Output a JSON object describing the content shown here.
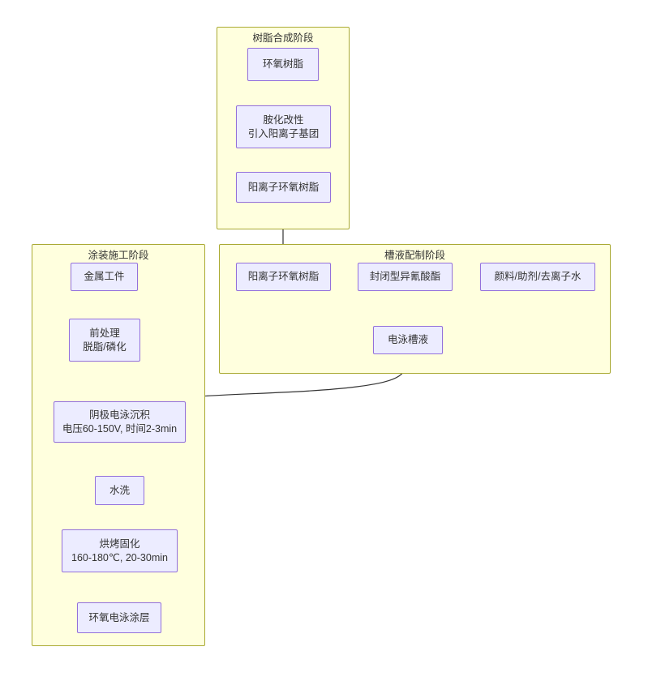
{
  "diagram": {
    "title_visible": false,
    "colors": {
      "cluster_fill": "#ffffde",
      "cluster_stroke": "#aaaa33",
      "node_fill": "#ececff",
      "node_stroke": "#9370db",
      "edge_stroke": "#333333",
      "text": "#333333",
      "background": "#ffffff"
    },
    "clusters": [
      {
        "id": "resin",
        "label": "树脂合成阶段"
      },
      {
        "id": "coating",
        "label": "涂装施工阶段"
      },
      {
        "id": "bath",
        "label": "槽液配制阶段"
      }
    ],
    "nodes": [
      {
        "id": "n_epoxy",
        "cluster": "resin",
        "line1": "环氧树脂",
        "line2": ""
      },
      {
        "id": "n_amine",
        "cluster": "resin",
        "line1": "胺化改性",
        "line2": "引入阳离子基团"
      },
      {
        "id": "n_cation_resin",
        "cluster": "resin",
        "line1": "阳离子环氧树脂",
        "line2": ""
      },
      {
        "id": "n_cation_in",
        "cluster": "bath",
        "line1": "阳离子环氧树脂",
        "line2": ""
      },
      {
        "id": "n_blocked_iso",
        "cluster": "bath",
        "line1": "封闭型异氰酸酯",
        "line2": ""
      },
      {
        "id": "n_pigment",
        "cluster": "bath",
        "line1": "颜料/助剂/去离子水",
        "line2": ""
      },
      {
        "id": "n_bath_liquid",
        "cluster": "bath",
        "line1": "电泳槽液",
        "line2": ""
      },
      {
        "id": "n_workpiece",
        "cluster": "coating",
        "line1": "金属工件",
        "line2": ""
      },
      {
        "id": "n_pretreat",
        "cluster": "coating",
        "line1": "前处理",
        "line2": "脱脂/磷化"
      },
      {
        "id": "n_deposition",
        "cluster": "coating",
        "line1": "阴极电泳沉积",
        "line2": "电压60-150V, 时间2-3min"
      },
      {
        "id": "n_rinse",
        "cluster": "coating",
        "line1": "水洗",
        "line2": ""
      },
      {
        "id": "n_bake",
        "cluster": "coating",
        "line1": "烘烤固化",
        "line2": "160-180℃, 20-30min"
      },
      {
        "id": "n_coatfilm",
        "cluster": "coating",
        "line1": "环氧电泳涂层",
        "line2": ""
      }
    ],
    "edges": [
      {
        "from": "n_epoxy",
        "to": "n_amine",
        "label": ""
      },
      {
        "from": "n_amine",
        "to": "n_cation_resin",
        "label": ""
      },
      {
        "from": "n_cation_resin",
        "to": "n_cation_in",
        "label": ""
      },
      {
        "from": "n_cation_in",
        "to": "n_bath_liquid",
        "label": ""
      },
      {
        "from": "n_blocked_iso",
        "to": "n_bath_liquid",
        "label": ""
      },
      {
        "from": "n_pigment",
        "to": "n_bath_liquid",
        "label": ""
      },
      {
        "from": "n_bath_liquid",
        "to": "n_deposition",
        "label": ""
      },
      {
        "from": "n_workpiece",
        "to": "n_pretreat",
        "label": ""
      },
      {
        "from": "n_pretreat",
        "to": "n_deposition",
        "label": ""
      },
      {
        "from": "n_deposition",
        "to": "n_rinse",
        "label": ""
      },
      {
        "from": "n_rinse",
        "to": "n_bake",
        "label": ""
      },
      {
        "from": "n_bake",
        "to": "n_coatfilm",
        "label": ""
      }
    ]
  }
}
